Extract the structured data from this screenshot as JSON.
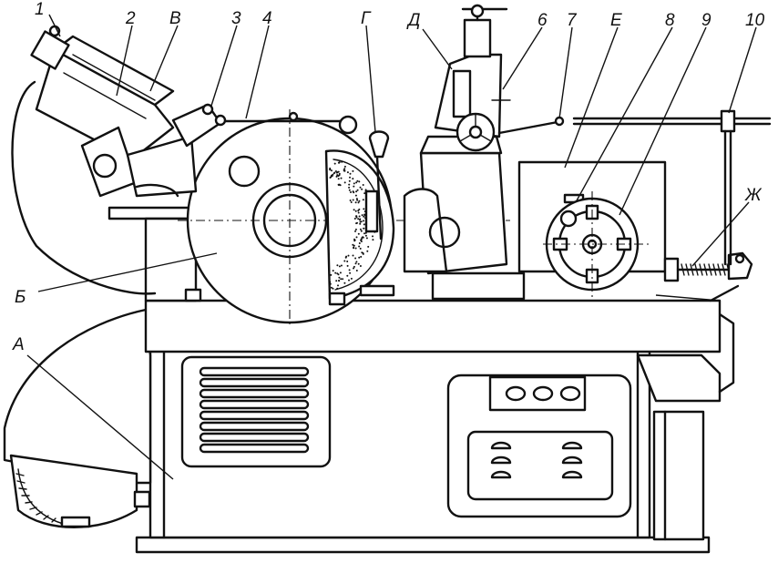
{
  "diagram": {
    "callouts": {
      "c1": "1",
      "c2": "2",
      "cV": "В",
      "c3": "3",
      "c4": "4",
      "cG": "Г",
      "cD": "Д",
      "c6": "6",
      "c7": "7",
      "cE": "Е",
      "c8": "8",
      "c9": "9",
      "c10": "10",
      "cZh": "Ж",
      "cB": "Б",
      "cA": "А"
    }
  },
  "colors": {
    "ink": "#111111",
    "paper": "#ffffff"
  }
}
